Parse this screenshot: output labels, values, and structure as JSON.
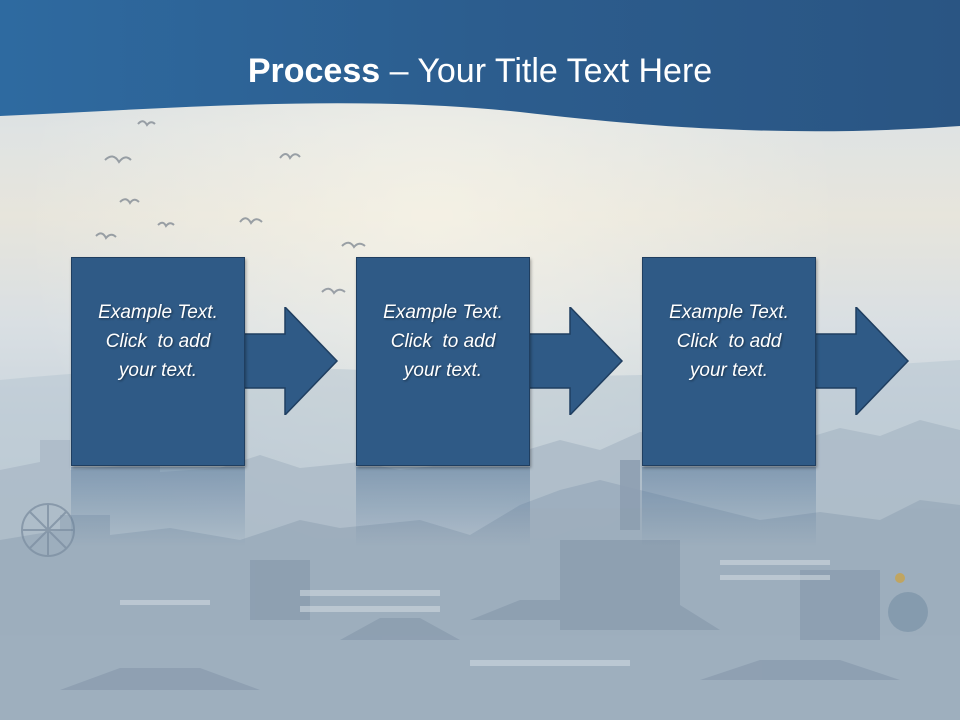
{
  "slide": {
    "title_bold": "Process",
    "title_rest": " – Your Title Text Here"
  },
  "steps": [
    {
      "line1": "Example Text.",
      "line2": "Click  to add",
      "line3": "your text."
    },
    {
      "line1": "Example Text.",
      "line2": "Click  to add",
      "line3": "your text."
    },
    {
      "line1": "Example Text.",
      "line2": "Click  to add",
      "line3": "your text."
    }
  ],
  "colors": {
    "title_band": "#2a5d8f",
    "card": "#2f5a86",
    "card_border": "#1f3e60",
    "title_text": "#ffffff"
  }
}
